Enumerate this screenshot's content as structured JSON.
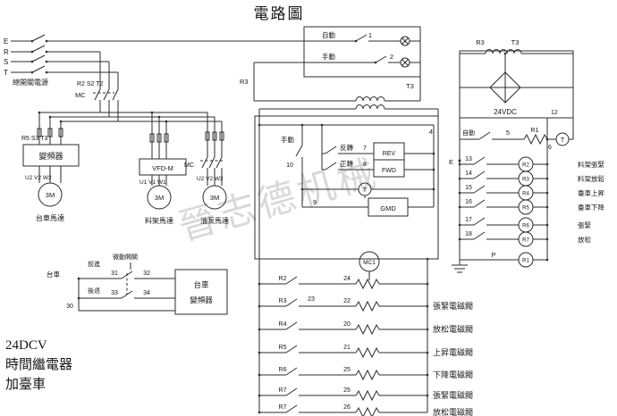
{
  "title": "電路圖",
  "watermark": "晉志德机械",
  "power": {
    "l0": "E",
    "l1": "R",
    "l2": "S",
    "l3": "T",
    "label": "總開關電源",
    "bus": "R2 S2 T2",
    "mc": "MC"
  },
  "vfd1": {
    "top": "R5 S3 T3",
    "box": "變頻器",
    "terms": "U2 V2 W2",
    "motor": "3M",
    "name": "台車馬達"
  },
  "vfd2": {
    "box": "VFD-M",
    "terms": "U1 V1 W1",
    "motor": "3M",
    "name": "料架馬達"
  },
  "pump": {
    "mc": "MC",
    "terms": "U2 V2 W2",
    "motor": "3M",
    "name": "油泵馬達"
  },
  "topbox": {
    "auto": "自動",
    "n1": "1",
    "manual": "手動",
    "n2": "2",
    "r3": "R3",
    "t3": "T3"
  },
  "midbox": {
    "n4": "4",
    "manual": "手動",
    "n10": "10",
    "rev": "反轉",
    "n7": "7",
    "fwd": "正轉",
    "n8": "8",
    "rev_en": "REV",
    "fwd_en": "FWD",
    "t": "T",
    "n9": "9",
    "gmd": "GMD"
  },
  "rectifier": {
    "r3": "R3",
    "t3": "T3",
    "vdc": "24VDC",
    "n12": "12"
  },
  "relay": {
    "auto": "自動",
    "n5": "5",
    "r1": "R1",
    "n6": "6",
    "t": "T",
    "e": "E",
    "p": "P",
    "p_coil": "R1",
    "rows": [
      {
        "n": "13",
        "coil": "R2",
        "name": "料架張緊"
      },
      {
        "n": "14",
        "coil": "R3",
        "name": "料架放鬆"
      },
      {
        "n": "15",
        "coil": "R4",
        "name": "臺車上昇"
      },
      {
        "n": "16",
        "coil": "R5",
        "name": "臺車下降"
      },
      {
        "n": "17",
        "coil": "R6",
        "name": "張緊"
      },
      {
        "n": "18",
        "coil": "R7",
        "name": "放松"
      }
    ]
  },
  "sol": {
    "mc1": "MC1",
    "rungs": [
      {
        "c": "R2",
        "w": "24"
      },
      {
        "c": "R3",
        "w": "22",
        "j": "23",
        "name": "張緊電磁閥"
      },
      {
        "c": "R4",
        "w": "20",
        "name": "放松電磁閥"
      },
      {
        "c": "R5",
        "w": "21",
        "name": "上昇電磁閥"
      },
      {
        "c": "R6",
        "w": "25",
        "name": "下降電磁閥"
      },
      {
        "c": "R7",
        "w": "25",
        "name": "張緊電磁閥"
      },
      {
        "c": "R7",
        "w": "26",
        "name": "放松電磁閥"
      }
    ]
  },
  "trolley": {
    "label": "台車",
    "fwd": "前進",
    "micro": "微動開關",
    "n31": "31",
    "n32": "32",
    "back": "後退",
    "n33": "33",
    "n34": "34",
    "n30": "30",
    "box1": "台車",
    "box2": "變頻器"
  },
  "notes": {
    "a": "24DCV",
    "b": "時間繼電器",
    "c": "加臺車"
  }
}
